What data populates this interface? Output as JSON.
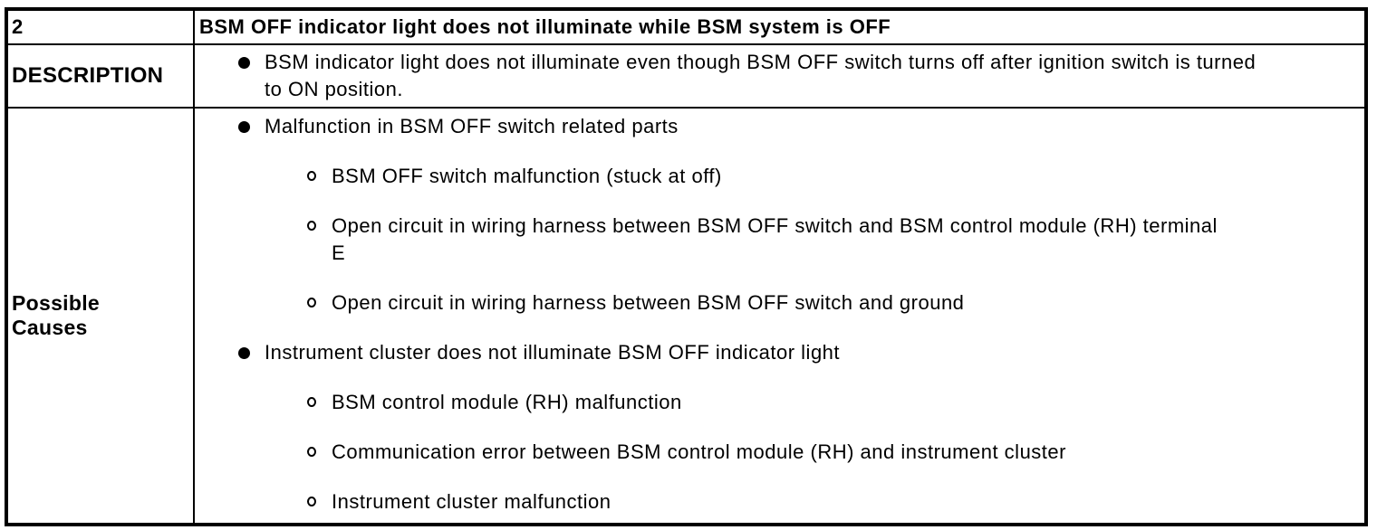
{
  "table": {
    "header": {
      "number": "2",
      "title": "BSM OFF indicator light does not illuminate while BSM system is OFF"
    },
    "description": {
      "label": "DESCRIPTION",
      "text": "BSM indicator light does not illuminate even though BSM OFF switch turns off after ignition switch is turned to ON position."
    },
    "possible_causes": {
      "label": "Possible Causes",
      "groups": [
        {
          "text": "Malfunction in BSM OFF switch related parts",
          "subitems": [
            "BSM OFF switch malfunction (stuck at off)",
            "Open circuit in wiring harness between BSM OFF switch and BSM control module (RH) terminal E",
            "Open circuit in wiring harness between BSM OFF switch and ground"
          ]
        },
        {
          "text": "Instrument cluster does not illuminate BSM OFF indicator light",
          "subitems": [
            "BSM control module (RH) malfunction",
            "Communication error between BSM control module (RH) and instrument cluster",
            "Instrument cluster malfunction"
          ]
        }
      ]
    },
    "colors": {
      "border": "#000000",
      "text": "#000000",
      "background": "#ffffff"
    }
  }
}
